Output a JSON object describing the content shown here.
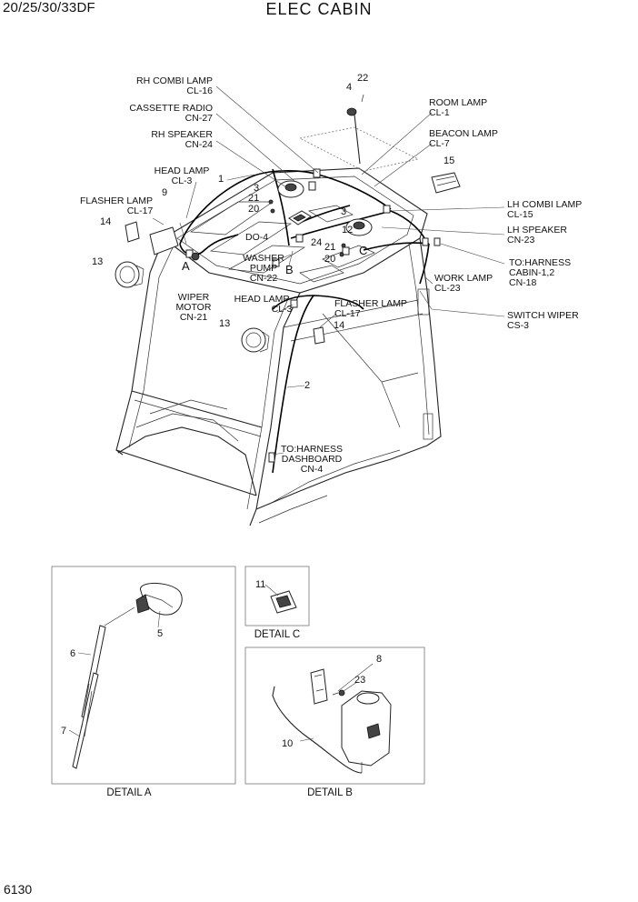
{
  "header": {
    "model": "20/25/30/33DF",
    "title": "ELEC CABIN"
  },
  "page_number": "6130",
  "callouts": {
    "rh_combi_lamp": [
      "RH COMBI LAMP",
      "CL-16"
    ],
    "cassette_radio": [
      "CASSETTE RADIO",
      "CN-27"
    ],
    "rh_speaker": [
      "RH SPEAKER",
      "CN-24"
    ],
    "head_lamp_upper": [
      "HEAD LAMP",
      "CL-3"
    ],
    "flasher_lamp_left": [
      "FLASHER LAMP",
      "CL-17"
    ],
    "room_lamp": [
      "ROOM LAMP",
      "CL-1"
    ],
    "beacon_lamp": [
      "BEACON LAMP",
      "CL-7"
    ],
    "lh_combi_lamp": [
      "LH COMBI LAMP",
      "CL-15"
    ],
    "lh_speaker": [
      "LH SPEAKER",
      "CN-23"
    ],
    "to_harness_cabin": [
      "TO:HARNESS",
      "CABIN-1,2",
      "CN-18"
    ],
    "work_lamp": [
      "WORK LAMP",
      "CL-23"
    ],
    "switch_wiper": [
      "SWITCH WIPER",
      "CS-3"
    ],
    "washer_pump": [
      "WASHER",
      "PUMP",
      "CN-22"
    ],
    "wiper_motor": [
      "WIPER",
      "MOTOR",
      "CN-21"
    ],
    "head_lamp_lower": [
      "HEAD LAMP",
      "CL-3"
    ],
    "flasher_lamp_right": [
      "FLASHER LAMP",
      "CL-17"
    ],
    "to_harness_dashboard": [
      "TO:HARNESS",
      "DASHBOARD",
      "CN-4"
    ],
    "do4": "DO-4"
  },
  "part_numbers": {
    "p22": "22",
    "p4": "4",
    "p15": "15",
    "p1": "1",
    "p9": "9",
    "p14a": "14",
    "p13a": "13",
    "p3a": "3",
    "p21a": "21",
    "p20a": "20",
    "p3b": "3",
    "p12": "12",
    "p24": "24",
    "p21b": "21",
    "p20b": "20",
    "p13b": "13",
    "p14b": "14",
    "p2": "2",
    "p11": "11",
    "p5": "5",
    "p6": "6",
    "p7": "7",
    "p8": "8",
    "p23": "23",
    "p10": "10"
  },
  "detail_letters": {
    "a": "A",
    "b": "B",
    "c": "C"
  },
  "details": {
    "a": "DETAIL A",
    "b": "DETAIL B",
    "c": "DETAIL C"
  }
}
